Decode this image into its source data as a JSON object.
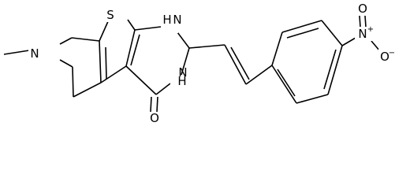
{
  "atoms": {
    "sulfur": "S",
    "nh_top": "H",
    "n_top": "N",
    "nh_bottom": "H",
    "n_bottom": "N",
    "n_methyl": "N",
    "carbonyl_o": "O",
    "nitro_n": "N",
    "nitro_o_top": "O",
    "nitro_o_bottom": "O"
  },
  "charges": {
    "nitro_n": "+",
    "nitro_o": "−"
  },
  "colors": {
    "bond": "#000000",
    "label": "#000000",
    "background": "#ffffff"
  }
}
